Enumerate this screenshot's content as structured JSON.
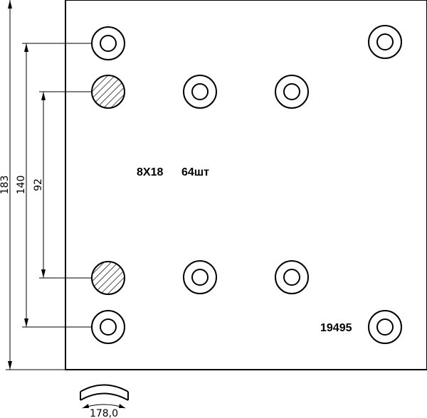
{
  "dimensions": {
    "overall_height": "183",
    "outer_hole_spacing": "140",
    "inner_hole_spacing": "92",
    "arc_length": "178,0"
  },
  "notes": {
    "rivet_size": "8X18",
    "rivet_quantity": "64шт",
    "part_number": "19495"
  }
}
